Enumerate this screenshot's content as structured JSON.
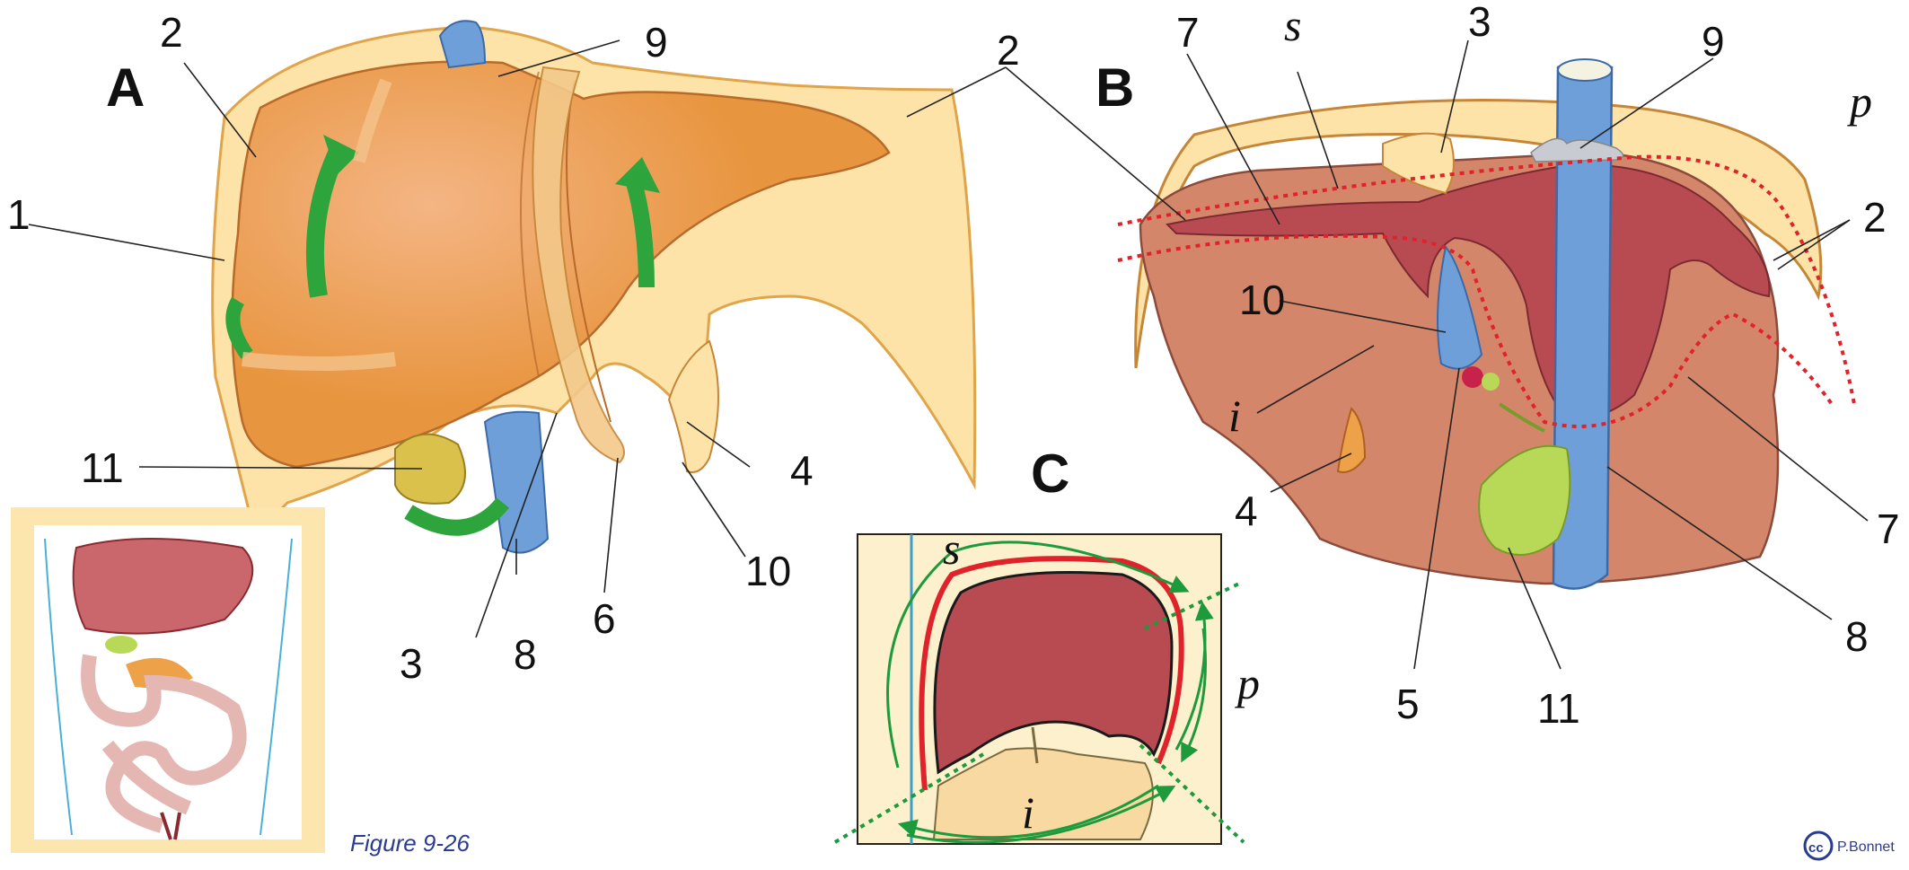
{
  "figure": {
    "caption": "Figure 9-26",
    "credit": "P.Bonnet",
    "cc_mark": "cc"
  },
  "panels": {
    "a": "A",
    "b": "B",
    "c": "C"
  },
  "panel_a_labels": {
    "l1": "1",
    "l2a": "2",
    "l2b": "2",
    "l3": "3",
    "l4": "4",
    "l6": "6",
    "l8": "8",
    "l9": "9",
    "l10": "10",
    "l11": "11"
  },
  "panel_b_labels": {
    "l7a": "7",
    "s": "s",
    "l3": "3",
    "l9": "9",
    "p": "p",
    "l2": "2",
    "l10": "10",
    "i": "i",
    "l4": "4",
    "l5": "5",
    "l11": "11",
    "l8": "8",
    "l7b": "7"
  },
  "panel_c_labels": {
    "s": "s",
    "p": "p",
    "i": "i"
  },
  "colors": {
    "liver_orange": "#e8953f",
    "liver_red": "#b84b52",
    "liver_pink": "#d4866b",
    "capsule": "#fde3a8",
    "capsule_edge": "#e0a44a",
    "vena_cava": "#6f9fd8",
    "arrow_green": "#2ea43c",
    "gallbladder": "#b8d957",
    "dotted_red": "#e0222a",
    "dotted_green": "#1c9a3c",
    "inset_frame": "#fde6ae",
    "caption_blue": "#2a3c8f"
  },
  "icons": [
    "liver-diagram",
    "cc-license-icon",
    "abdomen-thumbnail"
  ]
}
